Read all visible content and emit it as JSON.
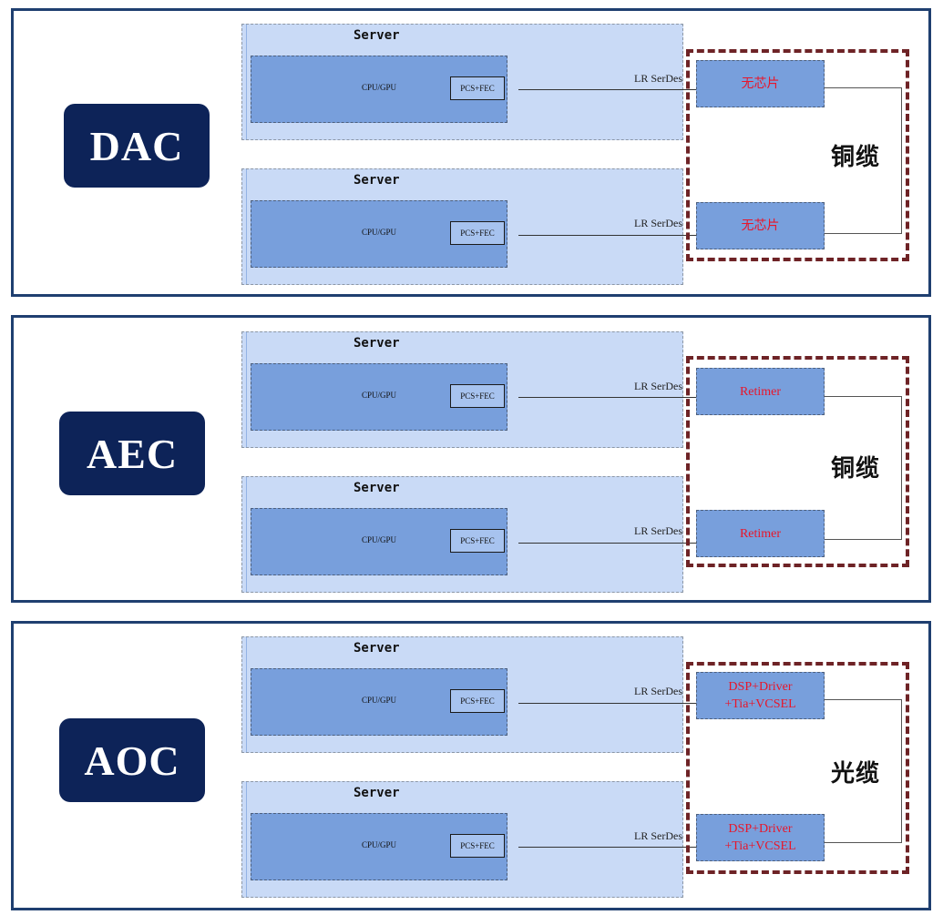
{
  "sections": [
    {
      "tag": "DAC",
      "cable": "铜缆",
      "servers": [
        {
          "title": "Server",
          "cpu": "CPU/GPU",
          "pcs": "PCS+FEC",
          "serdes": "LR SerDes",
          "chip": "无芯片"
        },
        {
          "title": "Server",
          "cpu": "CPU/GPU",
          "pcs": "PCS+FEC",
          "serdes": "LR SerDes",
          "chip": "无芯片"
        }
      ]
    },
    {
      "tag": "AEC",
      "cable": "铜缆",
      "servers": [
        {
          "title": "Server",
          "cpu": "CPU/GPU",
          "pcs": "PCS+FEC",
          "serdes": "LR SerDes",
          "chip": "Retimer"
        },
        {
          "title": "Server",
          "cpu": "CPU/GPU",
          "pcs": "PCS+FEC",
          "serdes": "LR SerDes",
          "chip": "Retimer"
        }
      ]
    },
    {
      "tag": "AOC",
      "cable": "光缆",
      "servers": [
        {
          "title": "Server",
          "cpu": "CPU/GPU",
          "pcs": "PCS+FEC",
          "serdes": "LR SerDes",
          "chip_line1": "DSP+Driver",
          "chip_line2": "+Tia+VCSEL"
        },
        {
          "title": "Server",
          "cpu": "CPU/GPU",
          "pcs": "PCS+FEC",
          "serdes": "LR SerDes",
          "chip_line1": "DSP+Driver",
          "chip_line2": "+Tia+VCSEL"
        }
      ]
    }
  ],
  "colors": {
    "panel_border": "#1f3f70",
    "tag_bg": "#0d2358",
    "server_bg": "#c9daf6",
    "cpu_bg": "#789fdc",
    "chip_text": "#e8162a",
    "module_frame": "#6e2326"
  }
}
